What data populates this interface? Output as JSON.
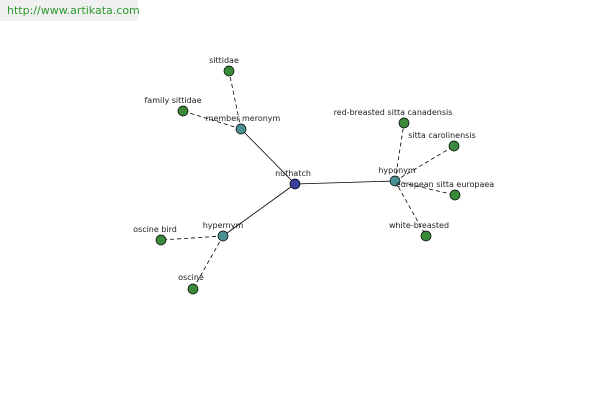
{
  "header": {
    "site_url": "http://www.artikata.com"
  },
  "colors": {
    "center_node": "#3d3f9c",
    "relation_node": "#4b9090",
    "leaf_node": "#3b8a3b"
  },
  "graph": {
    "center": {
      "label": "nuthatch"
    },
    "relations": {
      "member_meronym": {
        "label": "member meronym"
      },
      "hyponym": {
        "label": "hyponym"
      },
      "hypernym": {
        "label": "hypernym"
      }
    },
    "leaves": {
      "sittidae": {
        "label": "sittidae"
      },
      "family_sittidae": {
        "label": "family sittidae"
      },
      "red_breasted": {
        "label": "red-breasted sitta canadensis"
      },
      "sitta_carolinensis": {
        "label": "sitta carolinensis"
      },
      "european": {
        "label": "european sitta europaea"
      },
      "white_breasted": {
        "label": "white-breasted"
      },
      "oscine_bird": {
        "label": "oscine bird"
      },
      "oscine": {
        "label": "oscine"
      }
    }
  }
}
